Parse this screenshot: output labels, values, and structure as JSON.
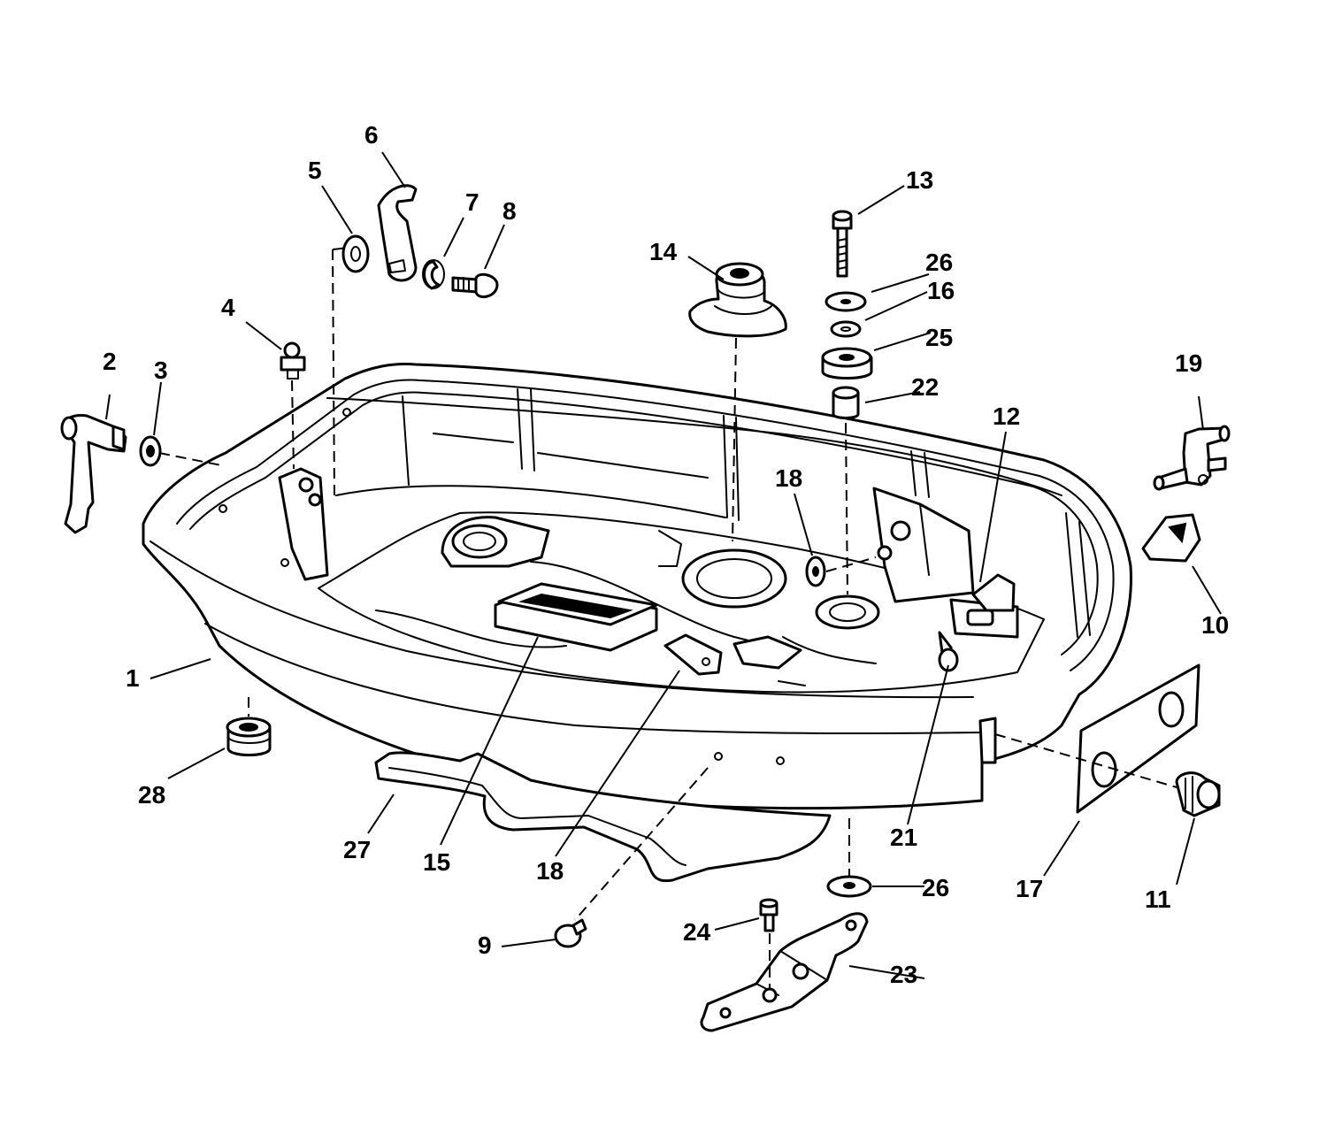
{
  "callouts": [
    {
      "id": "c1",
      "label": "1"
    },
    {
      "id": "c2",
      "label": "2"
    },
    {
      "id": "c3",
      "label": "3"
    },
    {
      "id": "c4",
      "label": "4"
    },
    {
      "id": "c5",
      "label": "5"
    },
    {
      "id": "c6",
      "label": "6"
    },
    {
      "id": "c7",
      "label": "7"
    },
    {
      "id": "c8",
      "label": "8"
    },
    {
      "id": "c9",
      "label": "9"
    },
    {
      "id": "c10",
      "label": "10"
    },
    {
      "id": "c11",
      "label": "11"
    },
    {
      "id": "c12",
      "label": "12"
    },
    {
      "id": "c13",
      "label": "13"
    },
    {
      "id": "c14",
      "label": "14"
    },
    {
      "id": "c15",
      "label": "15"
    },
    {
      "id": "c16",
      "label": "16"
    },
    {
      "id": "c17",
      "label": "17"
    },
    {
      "id": "c18a",
      "label": "18"
    },
    {
      "id": "c18b",
      "label": "18"
    },
    {
      "id": "c19",
      "label": "19"
    },
    {
      "id": "c21",
      "label": "21"
    },
    {
      "id": "c22",
      "label": "22"
    },
    {
      "id": "c23",
      "label": "23"
    },
    {
      "id": "c24",
      "label": "24"
    },
    {
      "id": "c25",
      "label": "25"
    },
    {
      "id": "c26a",
      "label": "26"
    },
    {
      "id": "c26b",
      "label": "26"
    },
    {
      "id": "c27",
      "label": "27"
    },
    {
      "id": "c28",
      "label": "28"
    }
  ]
}
